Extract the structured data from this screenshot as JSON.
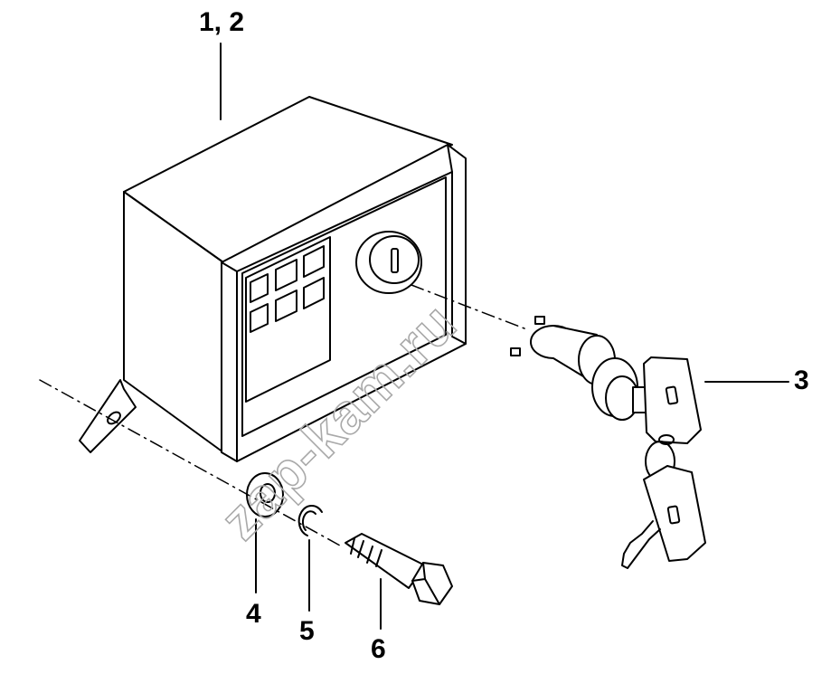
{
  "callouts": {
    "housing": "1, 2",
    "ignition_switch": "3",
    "washer": "4",
    "lock_washer": "5",
    "bolt": "6"
  },
  "watermark": "zap-kam.ru",
  "colors": {
    "ink": "#000000",
    "watermark": "#a9a9a9",
    "background": "#ffffff"
  }
}
